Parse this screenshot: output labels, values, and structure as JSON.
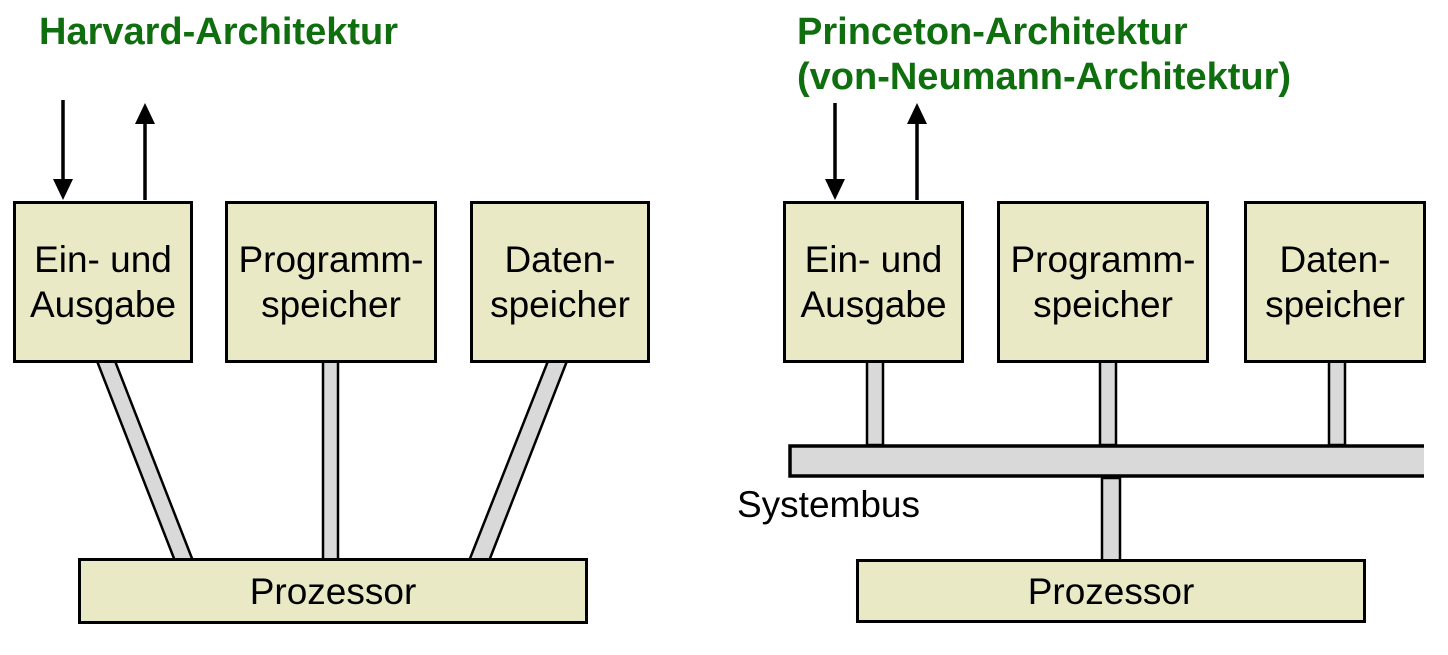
{
  "colors": {
    "title_green": "#0f6f0f",
    "box_fill": "#e9e9c6",
    "connector_gray": "#d9d9d9",
    "outline_black": "#000000"
  },
  "left_diagram": {
    "title": "Harvard-Architektur",
    "io_box_label": "Ein- und\nAusgabe",
    "program_box_label": "Programm-\nspeicher",
    "data_box_label": "Daten-\nspeicher",
    "processor_label": "Prozessor"
  },
  "right_diagram": {
    "title_line1": "Princeton-Architektur",
    "title_line2": "(von-Neumann-Architektur)",
    "io_box_label": "Ein- und\nAusgabe",
    "program_box_label": "Programm-\nspeicher",
    "data_box_label": "Daten-\nspeicher",
    "bus_label": "Systembus",
    "processor_label": "Prozessor"
  }
}
